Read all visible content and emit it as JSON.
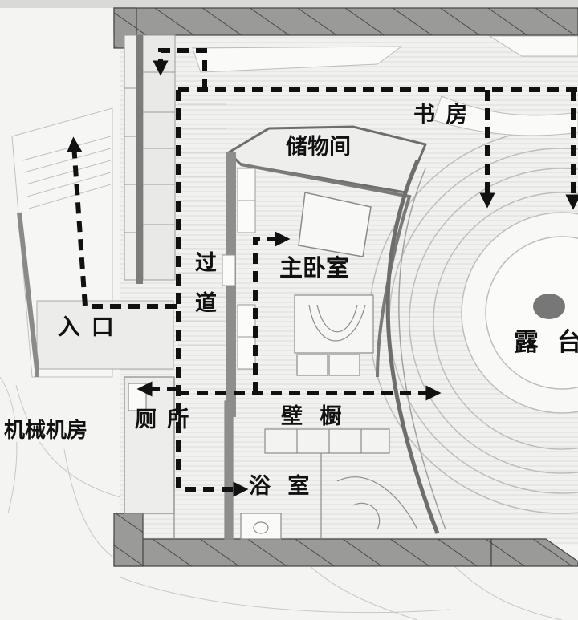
{
  "floor_plan": {
    "rooms": {
      "study": "书 房",
      "storage": "储物间",
      "master_bedroom": "主卧室",
      "corridor_top": "过",
      "corridor_bottom": "道",
      "entrance": "入 口",
      "terrace": "露 台",
      "machine_room": "机械机房",
      "toilet": "厕 所",
      "wardrobe": "壁 橱",
      "bathroom": "浴 室"
    },
    "colors": {
      "wall_hatch": "#8c8c8c",
      "route_line": "#111111",
      "plan_line": "#b8b8b4",
      "background": "#f4f4f2"
    }
  }
}
